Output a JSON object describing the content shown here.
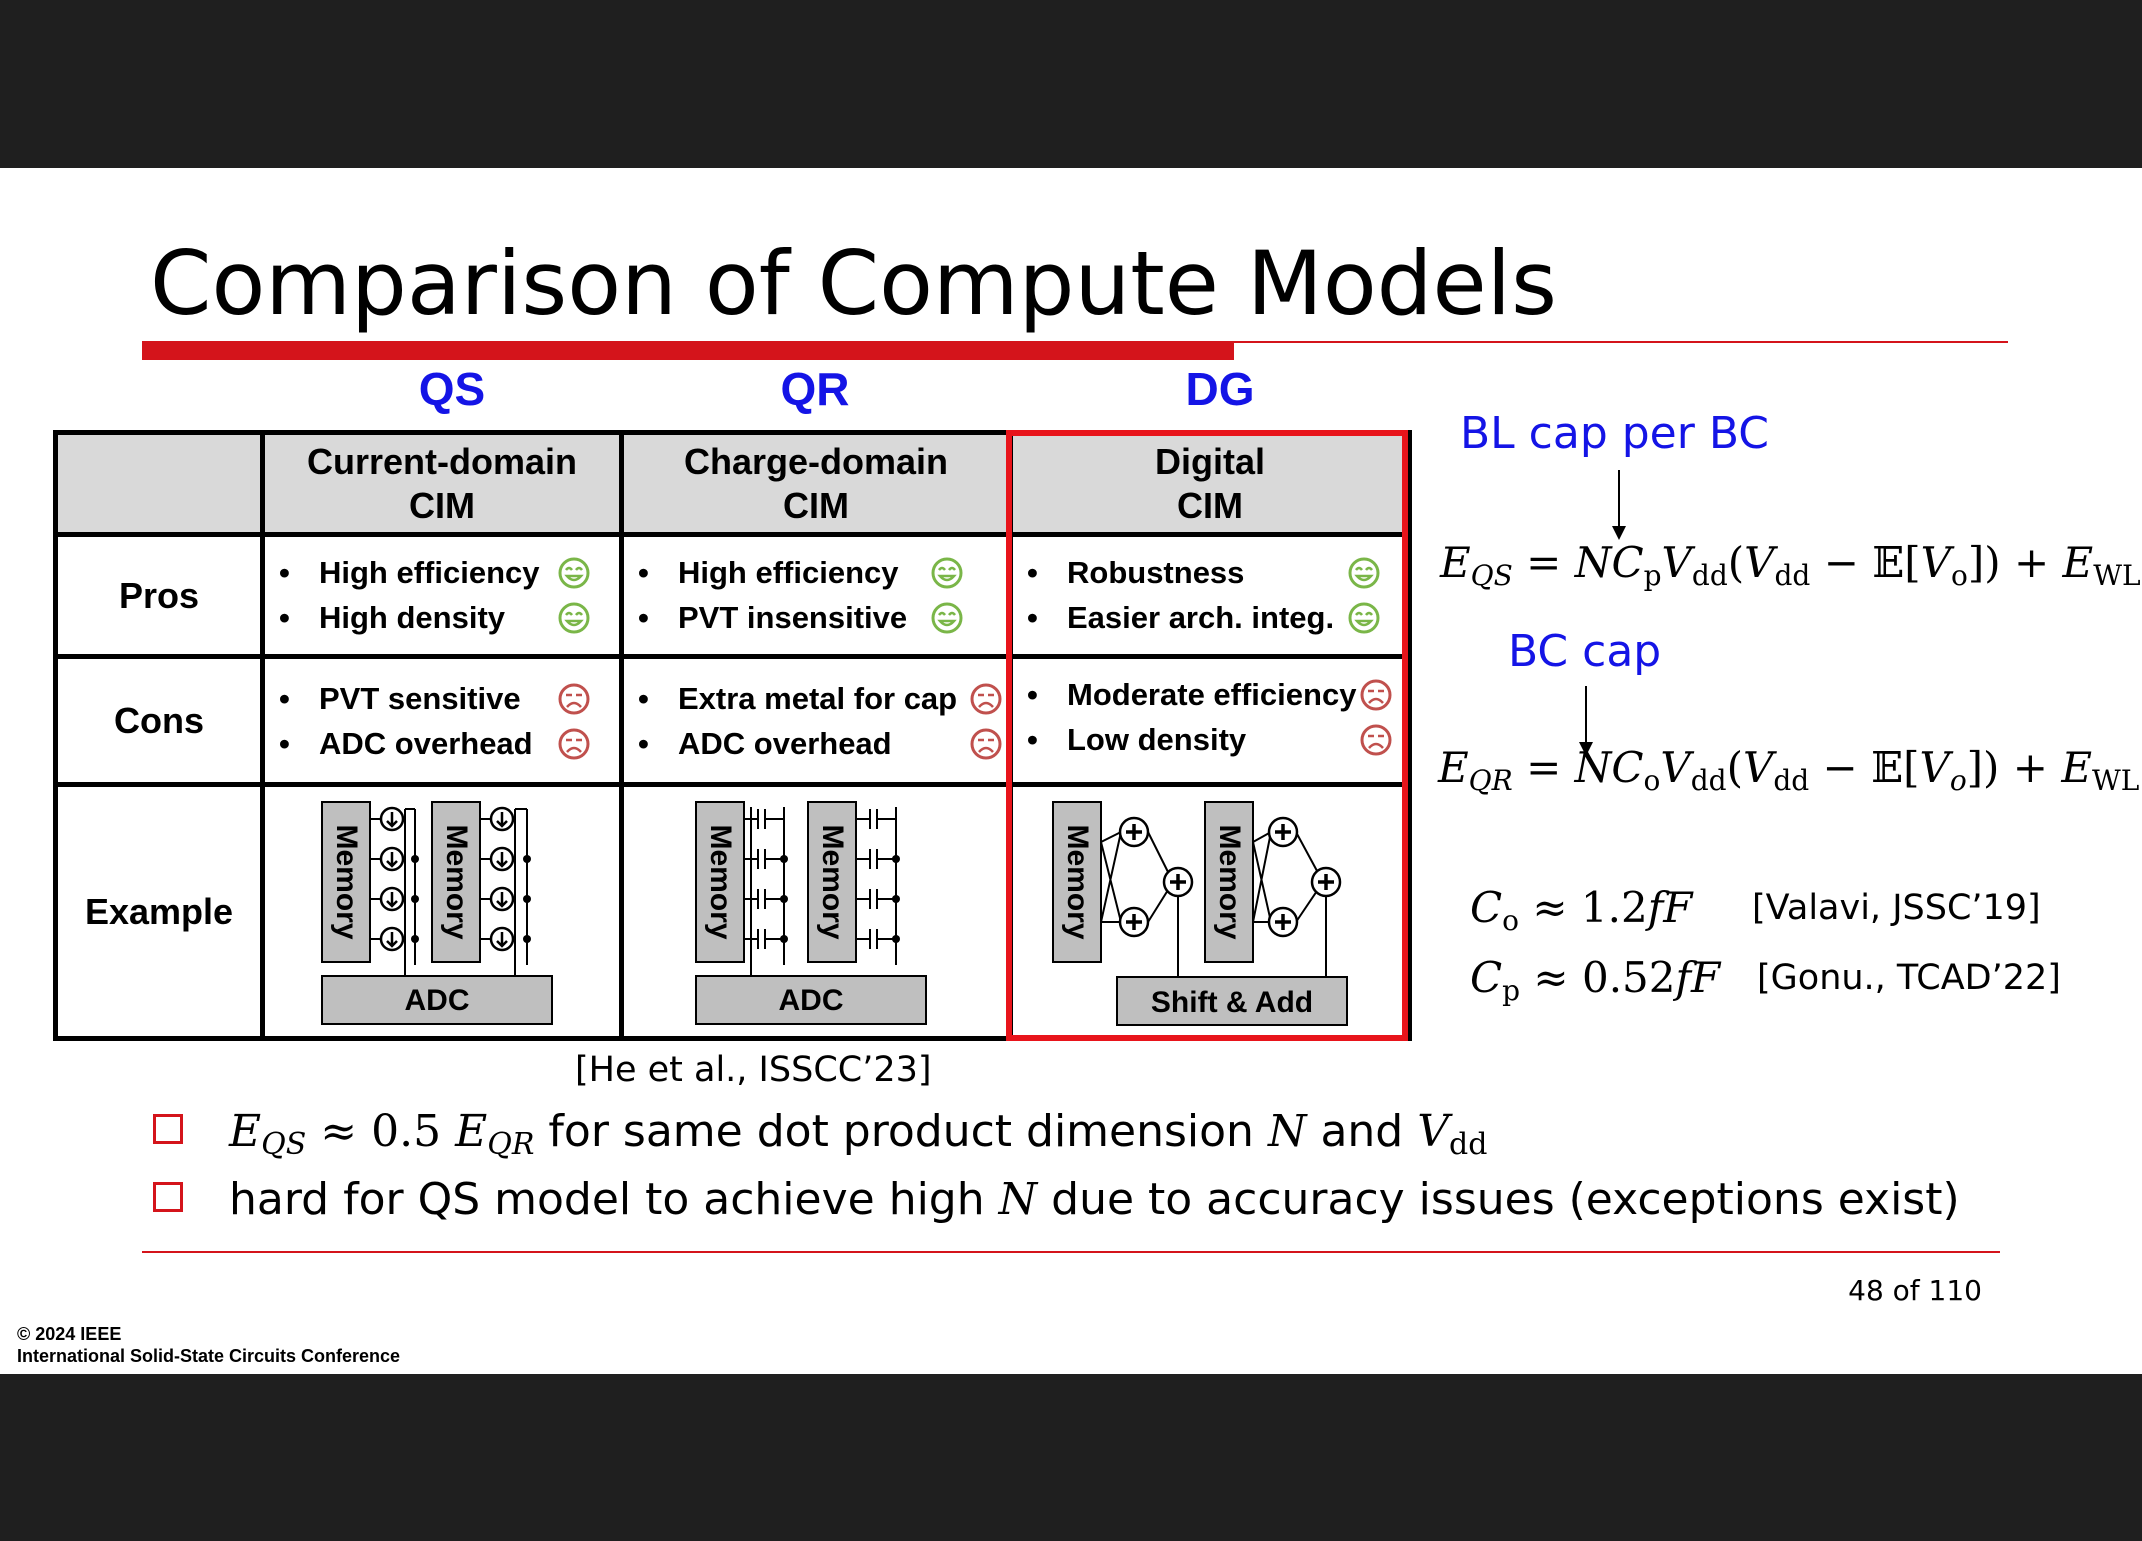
{
  "slide": {
    "title": "Comparison of Compute Models",
    "page": "48 of 110",
    "copyright": "© 2024 IEEE",
    "conference": "International Solid-State Circuits Conference"
  },
  "columns": [
    {
      "short": "QS",
      "header_line1": "Current-domain",
      "header_line2": "CIM"
    },
    {
      "short": "QR",
      "header_line1": "Charge-domain",
      "header_line2": "CIM"
    },
    {
      "short": "DG",
      "header_line1": "Digital",
      "header_line2": "CIM"
    }
  ],
  "rows": {
    "pros_label": "Pros",
    "cons_label": "Cons",
    "example_label": "Example"
  },
  "pros": [
    [
      "High efficiency",
      "High density"
    ],
    [
      "High efficiency",
      "PVT insensitive"
    ],
    [
      "Robustness",
      "Easier arch. integ."
    ]
  ],
  "cons": [
    [
      "PVT sensitive",
      "ADC overhead"
    ],
    [
      "Extra metal for cap",
      "ADC overhead"
    ],
    [
      "Moderate efficiency",
      "Low density"
    ]
  ],
  "examples": {
    "memory_label": "Memory",
    "adc_label": "ADC",
    "shift_add_label": "Shift & Add"
  },
  "bullet_char": "•",
  "table_cite": "[He et al., ISSCC’23]",
  "annotations": {
    "bl_cap": "BL cap per BC",
    "bc_cap": "BC cap"
  },
  "equations": {
    "eqs": "E_QS = N C_p V_dd (V_dd − 𝔼[V_o]) + E_WL",
    "eqr": "E_QR = N C_o V_dd (V_dd − 𝔼[V_o]) + E_WL",
    "co": "C_o ≈ 1.2fF",
    "cp": "C_p ≈ 0.52fF",
    "co_cite": "[Valavi, JSSC’19]",
    "cp_cite": "[Gonu., TCAD’22]"
  },
  "bullets": {
    "b1_text": "for same dot product dimension",
    "b1_and": "and",
    "b2_pre": "hard for QS model to achieve high",
    "b2_post": "due to accuracy issues (exceptions exist)"
  },
  "colors": {
    "accent_red": "#d4141b",
    "header_blue": "#1414e6",
    "happy_green": "#7ab648",
    "sad_red": "#c0504d"
  }
}
